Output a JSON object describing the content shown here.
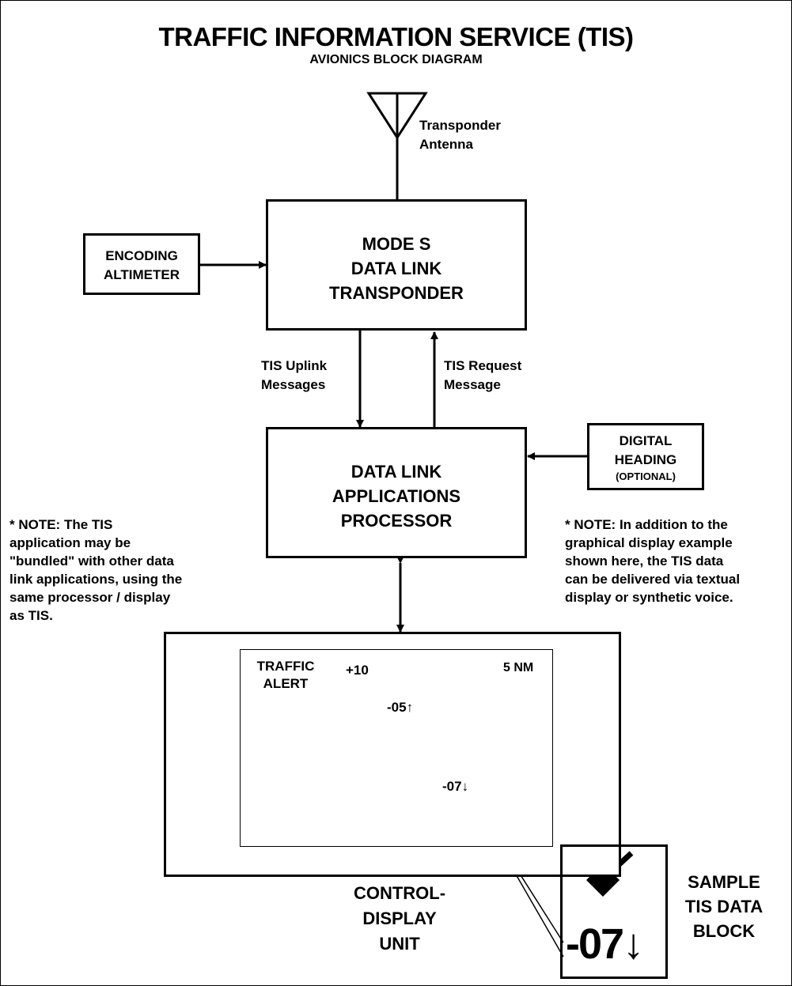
{
  "title": "TRAFFIC INFORMATION SERVICE (TIS)",
  "subtitle": "AVIONICS BLOCK DIAGRAM",
  "antenna_label": "Transponder\nAntenna",
  "encoding_altimeter": "ENCODING\nALTIMETER",
  "transponder": "MODE S\nDATA LINK\nTRANSPONDER",
  "uplink_label": "TIS Uplink\nMessages",
  "request_label": "TIS Request\nMessage",
  "processor": "DATA LINK\nAPPLICATIONS\nPROCESSOR",
  "digital_heading": "DIGITAL\nHEADING",
  "digital_heading_optional": "(OPTIONAL)",
  "note_left": "* NOTE:  The TIS\napplication may be\n\"bundled\" with other data\nlink applications, using the\nsame processor / display\nas TIS.",
  "note_right": "* NOTE:  In addition to the\ngraphical display example\nshown here, the TIS data\ncan be delivered via textual\ndisplay or synthetic voice.",
  "display": {
    "traffic_alert": "TRAFFIC\nALERT",
    "range": "5 NM",
    "target1_label": "+10",
    "target2_label": "-05↑",
    "target3_label": "-07↓"
  },
  "cdu_label": "CONTROL-\nDISPLAY\nUNIT",
  "sample_block_value": "-07↓",
  "sample_label": "SAMPLE\nTIS DATA\nBLOCK"
}
